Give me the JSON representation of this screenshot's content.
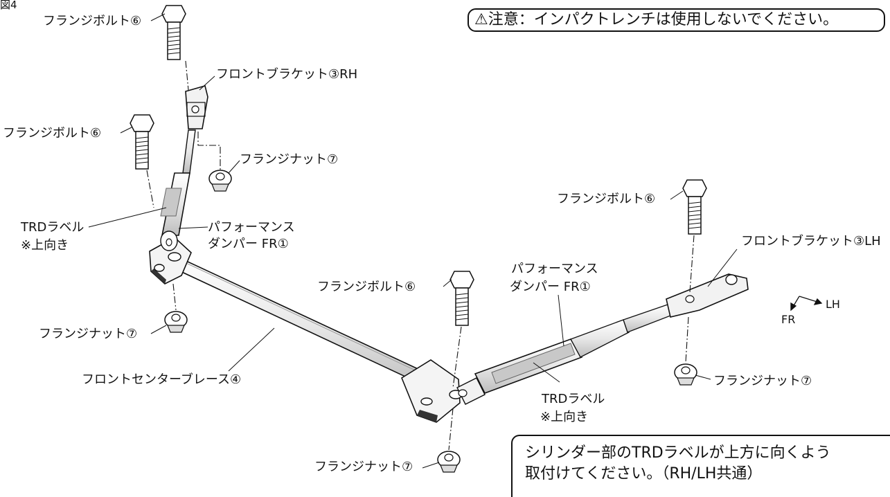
{
  "figure_number": "図4",
  "caution_note": "⚠注意：インパクトレンチは使用しないでください。",
  "bottom_note": {
    "line1": "シリンダー部のTRDラベルが上方に向くよう",
    "line2": "取付けてください。（RH/LH共通）"
  },
  "labels": {
    "bolt_top": "フランジボルト⑥",
    "bracket_rh": "フロントブラケット③RH",
    "bolt_left": "フランジボルト⑥",
    "nut_upper": "フランジナット⑦",
    "trd_label_left": "TRDラベル",
    "upward_left": "※上向き",
    "damper_left_1": "パフォーマンス",
    "damper_left_2": "ダンパー FR①",
    "nut_left_lower": "フランジナット⑦",
    "center_brace": "フロントセンターブレース④",
    "bolt_middle": "フランジボルト⑥",
    "nut_bottom": "フランジナット⑦",
    "damper_right_1": "パフォーマンス",
    "damper_right_2": "ダンパー FR①",
    "trd_label_right": "TRDラベル",
    "upward_right": "※上向き",
    "bolt_right": "フランジボルト⑥",
    "bracket_lh": "フロントブラケット③LH",
    "nut_right": "フランジナット⑦"
  },
  "direction": {
    "lh": "LH",
    "fr": "FR"
  }
}
